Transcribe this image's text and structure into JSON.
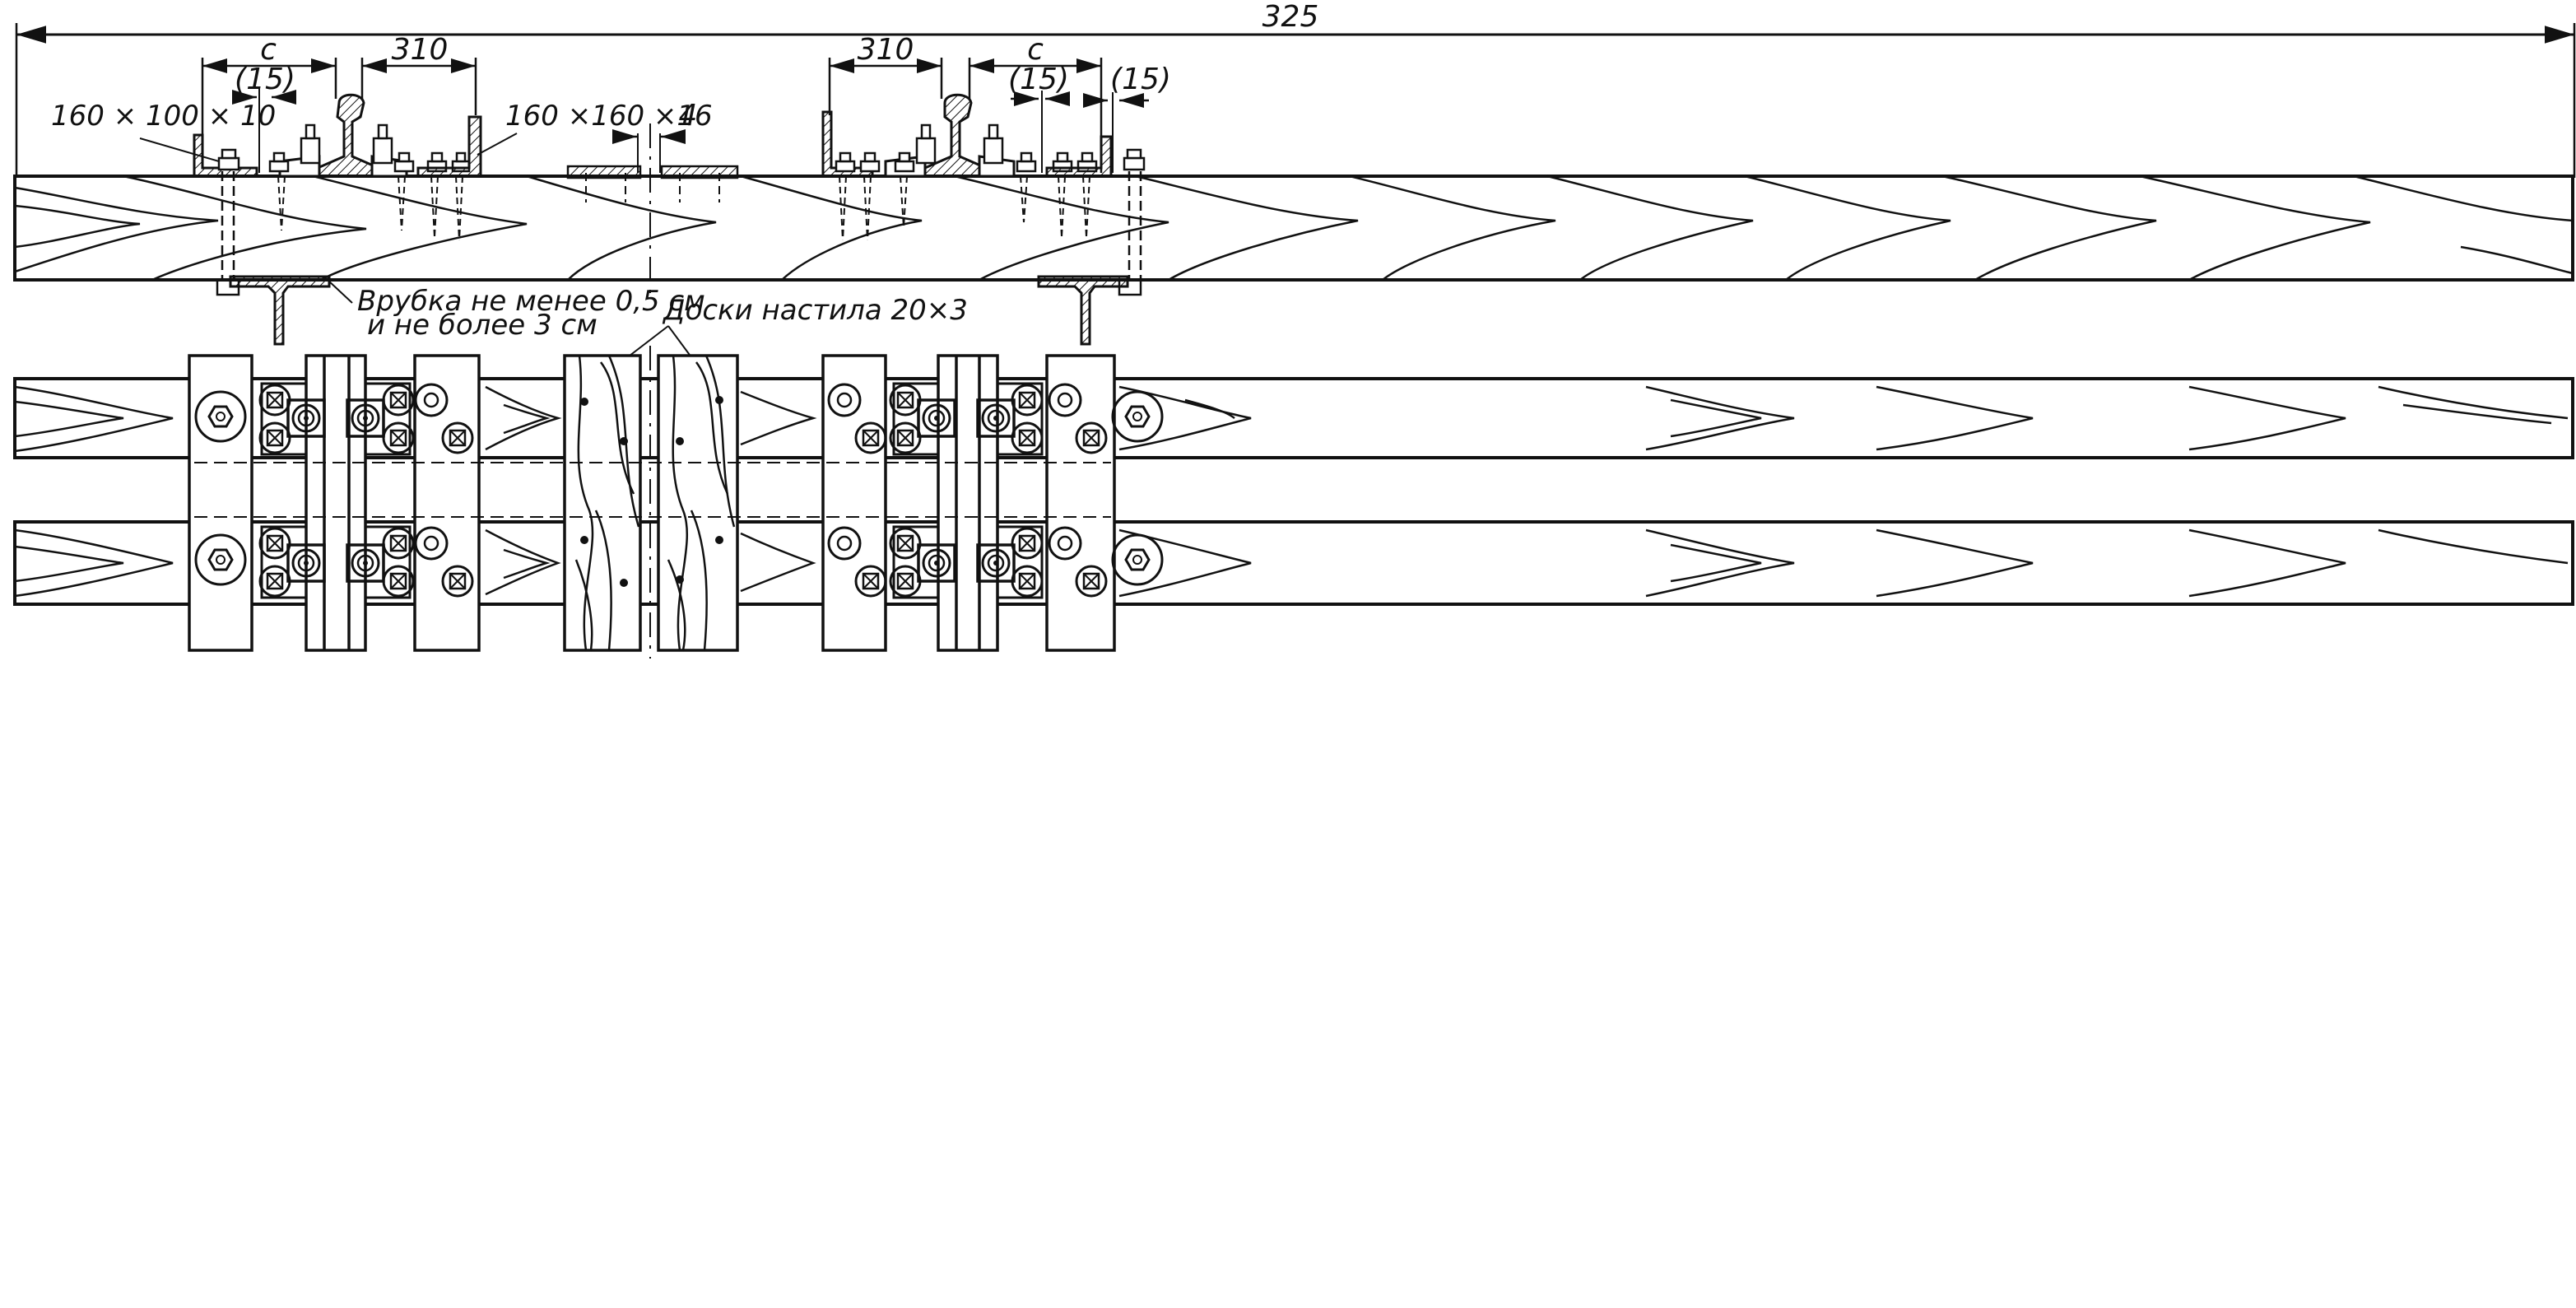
{
  "dimensions": {
    "overall": "325",
    "spacing_left": "310",
    "spacing_right": "310",
    "clearance_left": "c",
    "clearance_right": "c",
    "offset_left": "(15)",
    "offset_right_inner": "(15)",
    "offset_right_outer": "(15)",
    "gap": "4"
  },
  "labels": {
    "angle_small": "160 × 100 × 10",
    "angle_large": "160 ×160 ×16",
    "notch_line1": "Врубка  не менее 0,5 см",
    "notch_line2": "и  не более 3 см",
    "deck_boards": "Доски настила 20×3"
  },
  "colors": {
    "ink": "#111111",
    "paper": "#ffffff"
  }
}
